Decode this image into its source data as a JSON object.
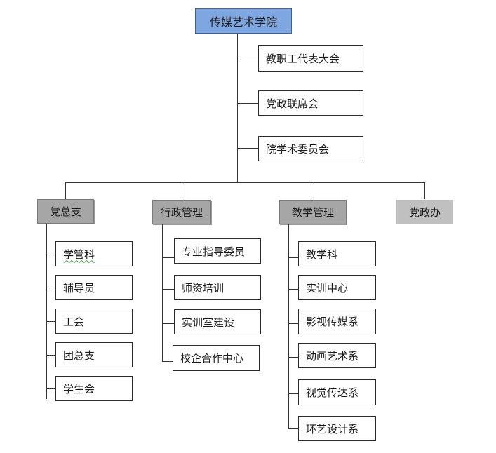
{
  "root": "传媒艺术学院",
  "committees": [
    "教职工代表大会",
    "党政联席会",
    "院学术委员会"
  ],
  "departments": [
    {
      "label": "党总支",
      "color": "#a6a6a6",
      "children": [
        "学管科",
        "辅导员",
        "工会",
        "团总支",
        "学生会"
      ]
    },
    {
      "label": "行政管理",
      "color": "#a6a6a6",
      "children": [
        "专业指导委员",
        "师资培训",
        "实训室建设",
        "校企合作中心"
      ]
    },
    {
      "label": "教学管理",
      "color": "#a6a6a6",
      "children": [
        "教学科",
        "实训中心",
        "影视传媒系",
        "动画艺术系",
        "视觉传达系",
        "环艺设计系"
      ]
    },
    {
      "label": "党政办",
      "color": "#c0c0c0",
      "children": []
    }
  ]
}
